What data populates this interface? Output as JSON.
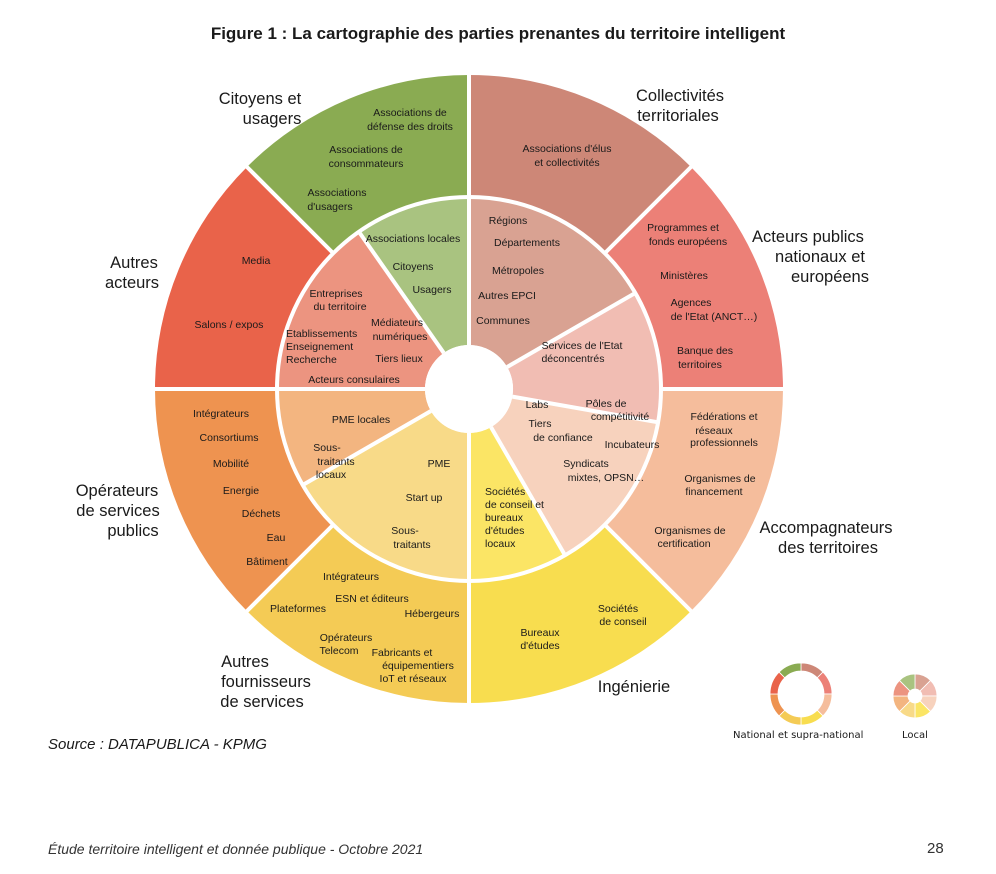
{
  "figure_title": "Figure 1 : La cartographie des parties prenantes du territoire intelligent",
  "source": "Source : DATAPUBLICA - KPMG",
  "footer": "Étude territoire intelligent et donnée publique  - Octobre 2021",
  "page_number": "28",
  "legend": {
    "national": "National et supra-national",
    "local": "Local"
  },
  "colors": {
    "citoyens_outer": "#8aab52",
    "citoyens_inner": "#a9c380",
    "collectivites_outer": "#cd8777",
    "collectivites_inner": "#d9a292",
    "acteurs_publics_outer": "#ec8077",
    "acteurs_publics_inner": "#f1bdb3",
    "accompagnateurs_outer": "#f5bd9c",
    "accompagnateurs_inner": "#f7d2bd",
    "ingenierie_outer": "#f8dd4f",
    "ingenierie_inner": "#fbe565",
    "fournisseurs_outer": "#f4cb55",
    "fournisseurs_inner": "#f8da88",
    "operateurs_outer": "#ee9350",
    "operateurs_inner": "#f3b580",
    "autres_outer": "#e9634a",
    "autres_inner": "#ec9480"
  },
  "sectors": {
    "citoyens": {
      "name": [
        "Citoyens et",
        "usagers"
      ],
      "national": [
        "Associations de",
        "défense des droits",
        "Associations de",
        "consommateurs",
        "Associations",
        "d'usagers"
      ],
      "local": [
        "Associations locales",
        "Citoyens",
        "Usagers"
      ]
    },
    "collectivites": {
      "name": [
        "Collectivités",
        "territoriales"
      ],
      "national": [
        "Associations d'élus",
        "et collectivités"
      ],
      "local": [
        "Régions",
        "Départements",
        "Métropoles",
        "Autres EPCI",
        "Communes"
      ]
    },
    "acteurs_publics": {
      "name": [
        "Acteurs publics",
        "nationaux et",
        "européens"
      ],
      "national": [
        "Programmes et",
        "fonds européens",
        "Ministères",
        "Agences",
        "de l'Etat (ANCT…)",
        "Banque des",
        "territoires"
      ],
      "local": [
        "Services de l'Etat",
        "déconcentrés"
      ]
    },
    "accompagnateurs": {
      "name": [
        "Accompagnateurs",
        "des territoires"
      ],
      "national": [
        "Fédérations et",
        "réseaux",
        "professionnels",
        "Organismes de",
        "financement",
        "Organismes de",
        "certification"
      ],
      "local": [
        "Labs",
        "Pôles de",
        "compétitivité",
        "Tiers",
        "de confiance",
        "Incubateurs",
        "Syndicats",
        "mixtes, OPSN…"
      ]
    },
    "ingenierie": {
      "name": [
        "Ingénierie"
      ],
      "national": [
        "Sociétés",
        "de conseil",
        "Bureaux",
        "d'études"
      ],
      "local": [
        "Sociétés",
        "de conseil et",
        "bureaux",
        "d'études",
        "locaux"
      ]
    },
    "fournisseurs": {
      "name": [
        "Autres",
        "fournisseurs",
        "de services"
      ],
      "national": [
        "Intégrateurs",
        "ESN et éditeurs",
        "Plateformes",
        "Hébergeurs",
        "Opérateurs",
        "Telecom",
        "Fabricants et",
        "équipementiers",
        "IoT et réseaux"
      ],
      "local": [
        "PME",
        "Start up",
        "Sous-",
        "traitants"
      ]
    },
    "operateurs": {
      "name": [
        "Opérateurs",
        "de services",
        "publics"
      ],
      "national": [
        "Intégrateurs",
        "Consortiums",
        "Mobilité",
        "Energie",
        "Déchets",
        "Eau",
        "Bâtiment"
      ],
      "local": [
        "PME locales",
        "Sous-",
        "traitants",
        "locaux"
      ]
    },
    "autres": {
      "name": [
        "Autres",
        "acteurs"
      ],
      "national": [
        "Media",
        "Salons / expos"
      ],
      "local": [
        "Entreprises",
        "du territoire",
        "Médiateurs",
        "numériques",
        "Etablissements",
        "Enseignement",
        "Recherche",
        "Tiers lieux",
        "Acteurs consulaires"
      ]
    }
  }
}
